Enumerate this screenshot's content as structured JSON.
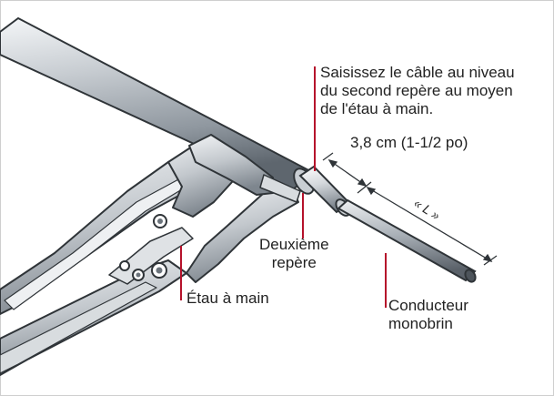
{
  "labels": {
    "instruction": [
      "Saisissez le câble au niveau",
      "du second repère au moyen",
      "de l'étau à main."
    ],
    "distance": "3,8 cm (1-1/2 po)",
    "length": "« L »",
    "second_mark": [
      "Deuxième",
      "repère"
    ],
    "hand_vise": "Étau à main",
    "conductor": [
      "Conducteur",
      "monobrin"
    ]
  },
  "colors": {
    "leader": "#b5122b",
    "metal_dark": "#3c4146",
    "metal_mid": "#9aa1a8",
    "metal_light": "#e6e9ec"
  }
}
